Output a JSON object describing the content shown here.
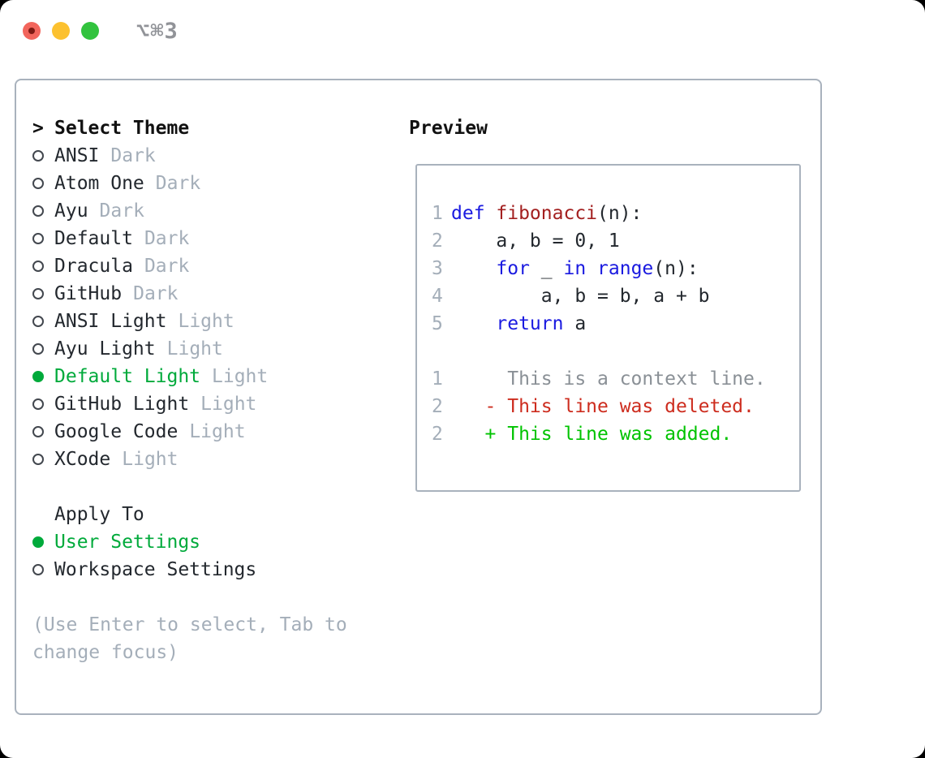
{
  "window": {
    "shortcut_label": "⌥⌘3"
  },
  "palette": {
    "accent_green": "#00aa3b",
    "added_green": "#00c300",
    "deleted_red": "#cd2c1e",
    "function_red": "#a32020",
    "keyword_blue": "#1a1ae0",
    "muted_gray": "#a4aeb9",
    "context_gray": "#8a9096",
    "text_dark": "#23282e",
    "border_gray": "#a9b2bd",
    "traffic_red": "#f2655c",
    "traffic_yellow": "#fcc12f",
    "traffic_green": "#32c33e"
  },
  "theme_picker": {
    "prompt": ">",
    "header": "Select Theme",
    "items": [
      {
        "name": "ANSI",
        "variant": "Dark",
        "selected": false
      },
      {
        "name": "Atom One",
        "variant": "Dark",
        "selected": false
      },
      {
        "name": "Ayu",
        "variant": "Dark",
        "selected": false
      },
      {
        "name": "Default",
        "variant": "Dark",
        "selected": false
      },
      {
        "name": "Dracula",
        "variant": "Dark",
        "selected": false
      },
      {
        "name": "GitHub",
        "variant": "Dark",
        "selected": false
      },
      {
        "name": "ANSI Light",
        "variant": "Light",
        "selected": false
      },
      {
        "name": "Ayu Light",
        "variant": "Light",
        "selected": false
      },
      {
        "name": "Default Light",
        "variant": "Light",
        "selected": true
      },
      {
        "name": "GitHub Light",
        "variant": "Light",
        "selected": false
      },
      {
        "name": "Google Code",
        "variant": "Light",
        "selected": false
      },
      {
        "name": "XCode",
        "variant": "Light",
        "selected": false
      }
    ]
  },
  "apply_to": {
    "header": "Apply To",
    "options": [
      {
        "label": "User Settings",
        "selected": true
      },
      {
        "label": "Workspace Settings",
        "selected": false
      }
    ]
  },
  "hint": "(Use Enter to select, Tab to change focus)",
  "preview": {
    "header": "Preview",
    "code": [
      {
        "num": "1",
        "segs": [
          {
            "t": "def ",
            "c": "c-kw"
          },
          {
            "t": "fibonacci",
            "c": "c-fn"
          },
          {
            "t": "(n):",
            "c": "c-plain"
          }
        ]
      },
      {
        "num": "2",
        "segs": [
          {
            "t": "    a, b = 0, 1",
            "c": "c-plain"
          }
        ]
      },
      {
        "num": "3",
        "segs": [
          {
            "t": "    ",
            "c": "c-plain"
          },
          {
            "t": "for",
            "c": "c-kw"
          },
          {
            "t": " _ ",
            "c": "c-plain"
          },
          {
            "t": "in",
            "c": "c-kw"
          },
          {
            "t": " ",
            "c": "c-plain"
          },
          {
            "t": "range",
            "c": "c-kw"
          },
          {
            "t": "(n):",
            "c": "c-plain"
          }
        ]
      },
      {
        "num": "4",
        "segs": [
          {
            "t": "        a, b = b, a + b",
            "c": "c-plain"
          }
        ]
      },
      {
        "num": "5",
        "segs": [
          {
            "t": "    ",
            "c": "c-plain"
          },
          {
            "t": "return",
            "c": "c-kw"
          },
          {
            "t": " a",
            "c": "c-plain"
          }
        ]
      },
      {
        "num": "1",
        "segs": [
          {
            "t": "     This is a context line.",
            "c": "c-ctx"
          }
        ]
      },
      {
        "num": "2",
        "segs": [
          {
            "t": "   - This line was deleted.",
            "c": "c-del"
          }
        ]
      },
      {
        "num": "2",
        "segs": [
          {
            "t": "   + This line was added.",
            "c": "c-add"
          }
        ]
      }
    ]
  }
}
